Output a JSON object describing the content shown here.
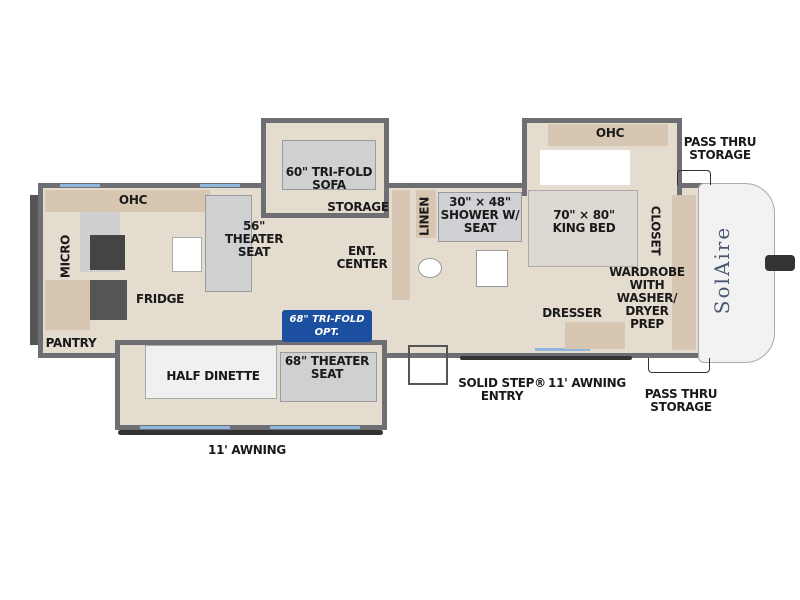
{
  "brand_logo": "SolAire",
  "labels": {
    "ohc_kitchen": "OHC",
    "micro": "MICRO",
    "fridge": "FRIDGE",
    "pantry": "PANTRY",
    "theater_seat_56": [
      "56\"",
      "THEATER",
      "SEAT"
    ],
    "sofa_60": [
      "60\" TRI-FOLD",
      "SOFA"
    ],
    "storage": "STORAGE",
    "ent_center": [
      "ENT.",
      "CENTER"
    ],
    "opt_sofa": [
      "68\" TRI-FOLD",
      "OPT."
    ],
    "half_dinette": "HALF DINETTE",
    "theater_seat_68": [
      "68\" THEATER",
      "SEAT"
    ],
    "awning_left": "11' AWNING",
    "linen": "LINEN",
    "shower": [
      "30\" × 48\"",
      "SHOWER W/",
      "SEAT"
    ],
    "ohc_bedroom": "OHC",
    "king_bed": [
      "70\" × 80\"",
      "KING BED"
    ],
    "closet": "CLOSET",
    "wardrobe": [
      "WARDROBE",
      "WITH",
      "WASHER/",
      "DRYER",
      "PREP"
    ],
    "dresser": "DRESSER",
    "pass_thru_top": [
      "PASS THRU",
      "STORAGE"
    ],
    "pass_thru_bottom": [
      "PASS THRU",
      "STORAGE"
    ],
    "solid_step": [
      "SOLID STEP®",
      "ENTRY"
    ],
    "awning_right": "11' AWNING"
  },
  "colors": {
    "wall": "#6d6f73",
    "floor": "#e4dccf",
    "cabinet": "#d7c6b1",
    "option_badge": "#1c4fa0",
    "window": "#8fb7dc"
  }
}
